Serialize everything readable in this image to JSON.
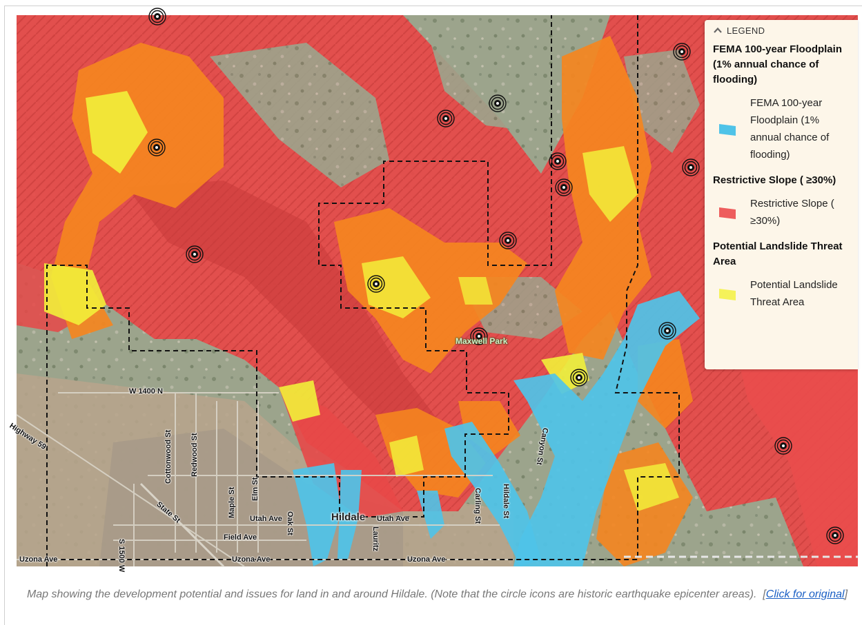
{
  "map": {
    "town_label": "Hildale",
    "park_label": "Maxwell Park",
    "streets": {
      "w1400n": "W 1400 N",
      "highway59": "Highway 59",
      "cottonwood": "Cottonwood St",
      "redwood": "Redwood St",
      "maple": "Maple St",
      "elm": "Elm St",
      "s1500w": "S 1500 W",
      "state": "State St",
      "utah": "Utah Ave",
      "oak": "Oak St",
      "utah2": "Utah Ave",
      "field": "Field Ave",
      "uzona1": "Uzona Ave",
      "uzona2": "Uzona Ave",
      "uzona3": "Uzona Ave",
      "lauritz": "Lauritz",
      "carling": "Carling St",
      "hildale_st": "Hildale St",
      "canyon": "Canyon St"
    },
    "colors": {
      "floodplain": "#4fc3e8",
      "slope": "#ee4a4a",
      "landslide": "#f2ef3a",
      "overlap": "#f5851f"
    },
    "marker_icon": "earthquake-epicenter-icon"
  },
  "legend": {
    "toggle_label": "LEGEND",
    "toggle_icon": "chevron-up-icon",
    "groups": [
      {
        "title": "FEMA 100-year Floodplain (1% annual chance of flooding)",
        "item": "FEMA 100-year Floodplain (1% annual chance of flooding)",
        "color": "#4fc3e8"
      },
      {
        "title": "Restrictive Slope ( ≥30%)",
        "item": "Restrictive Slope ( ≥30%)",
        "color": "#ee5d5d"
      },
      {
        "title": "Potential Landslide Threat Area",
        "item": "Potential Landslide Threat Area",
        "color": "#f5f25a"
      }
    ]
  },
  "caption": {
    "text": "Map showing the development potential and issues for land in and around Hildale. (Note that the circle icons are historic earthquake epicenter areas).",
    "link_text": "Click for original"
  }
}
